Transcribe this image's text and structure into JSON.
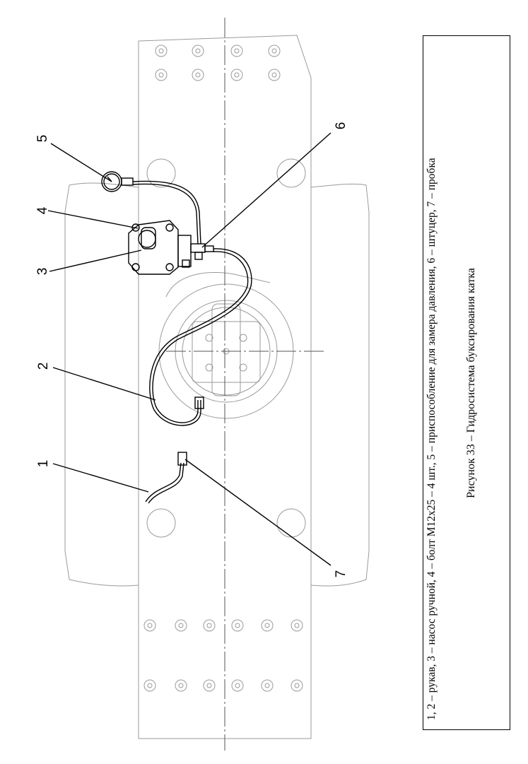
{
  "callouts": [
    {
      "number": "1"
    },
    {
      "number": "2"
    },
    {
      "number": "3"
    },
    {
      "number": "4"
    },
    {
      "number": "5"
    },
    {
      "number": "6"
    },
    {
      "number": "7"
    }
  ],
  "caption": {
    "legend": "1, 2 – рукав, 3 – насос ручной, 4 – болт М12х25 – 4 шт., 5 – приспособление для замера давления, 6 – штуцер, 7 – пробка",
    "figure_title": "Рисунок 33 – Гидросистема буксирования катка"
  }
}
